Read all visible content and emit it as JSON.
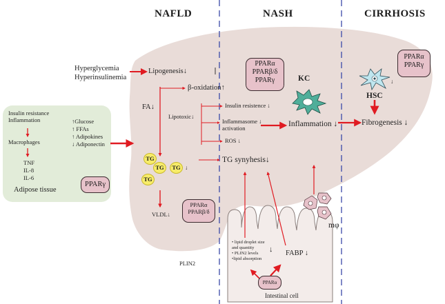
{
  "headers": {
    "nafld": "NAFLD",
    "nash": "NASH",
    "cirrhosis": "CIRRHOSIS"
  },
  "inputs": {
    "hyperglycemia": "Hyperglycemia",
    "hyperinsulinemia": "Hyperinsulinemia"
  },
  "liver": {
    "lipogenesis": "Lipogenesis",
    "beta_oxidation": "β-oxidation",
    "fa": "FA",
    "lipotoxic": "Lipotoxic",
    "insulin_resistence": "Insulin resistence",
    "inflammasome_1": "Inflammasome",
    "inflammasome_2": "activation",
    "ros": "ROS",
    "tg_synthesis": "TG synyhesis",
    "inflammation": "Inflammation",
    "fibrogenesis": "Fibrogenesis",
    "vldl": "VLDL",
    "tg": "TG",
    "kc": "KC",
    "hsc": "HSC"
  },
  "ppar": {
    "nash": [
      "PPARα",
      "PPARβ/δ",
      "PPARγ"
    ],
    "cirrhosis": [
      "PPARα",
      "PPARγ"
    ],
    "vldl": [
      "PPARα",
      "PPARβ/δ"
    ],
    "adipose": "PPARγ",
    "intestine": "PPARα"
  },
  "adipose": {
    "insulin_resistance": "Insulin resistance",
    "inflammation": "Inflammation",
    "macrophages": "Macrophages",
    "tnf": "TNF",
    "il8": "IL-8",
    "il6": "IL-6",
    "glucose": "↑Glucose",
    "ffas": "↑ FFAs",
    "adipokines": "↑ Adipokines",
    "adiponectin": "↓ Adiponectin",
    "title": "Adipose tissue"
  },
  "intestine": {
    "bullets": [
      "• lipid droplet size",
      "and quantity",
      "• PLIN2 levels",
      "•lipid absorption"
    ],
    "fabp": "FABP",
    "title": "Intestinal cell",
    "mphi": "mφ"
  },
  "plin2": "PLIN2",
  "colors": {
    "arrow": "#e01b22",
    "liver": "#e9dcd8",
    "dash": "#3a49a8",
    "ppar": "#e7c2ca",
    "adipose": "#e2ecd9",
    "kc": "#4fae9a",
    "hsc": "#bfe6ef",
    "tg": "#f7ec6a"
  }
}
